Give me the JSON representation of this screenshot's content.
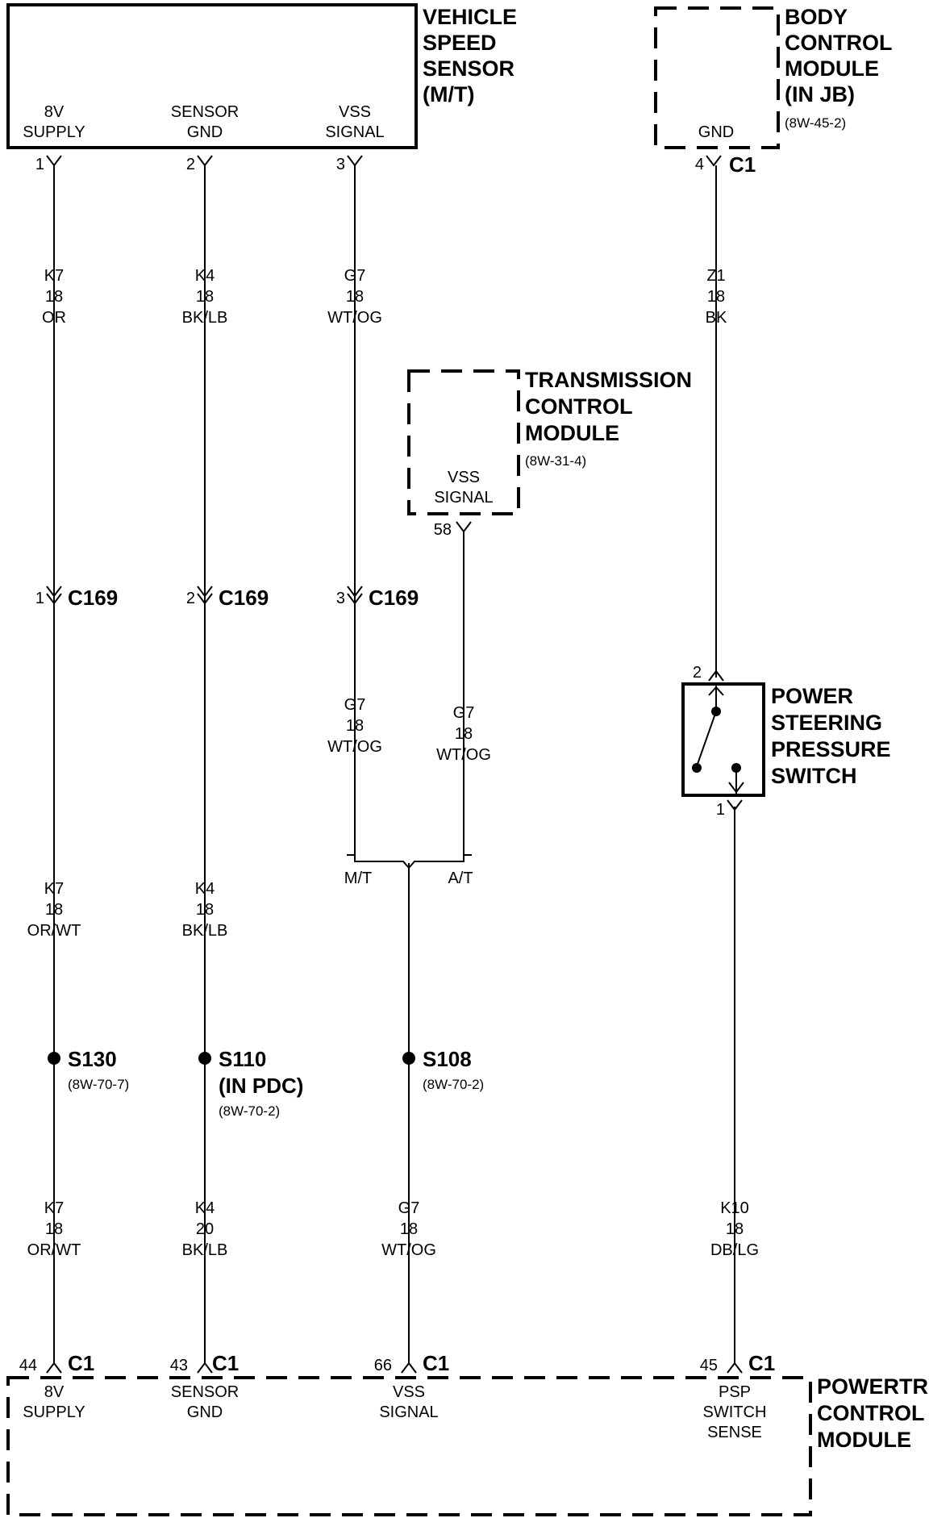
{
  "vss": {
    "title": [
      "VEHICLE",
      "SPEED",
      "SENSOR",
      "(M/T)"
    ],
    "pins": [
      {
        "line1": "8V",
        "line2": "SUPPLY",
        "num": "1"
      },
      {
        "line1": "SENSOR",
        "line2": "GND",
        "num": "2"
      },
      {
        "line1": "VSS",
        "line2": "SIGNAL",
        "num": "3"
      }
    ]
  },
  "bcm": {
    "title": [
      "BODY",
      "CONTROL",
      "MODULE",
      "(IN JB)"
    ],
    "ref": "(8W-45-2)",
    "pin_label": "GND",
    "pin_num": "4",
    "connector": "C1"
  },
  "tcm": {
    "title": [
      "TRANSMISSION",
      "CONTROL",
      "MODULE"
    ],
    "ref": "(8W-31-4)",
    "pin_line1": "VSS",
    "pin_line2": "SIGNAL",
    "pin_num": "58"
  },
  "psps": {
    "title": [
      "POWER",
      "STEERING",
      "PRESSURE",
      "SWITCH"
    ],
    "pin_top": "2",
    "pin_bottom": "1"
  },
  "pcm": {
    "title": [
      "POWERTRAIN",
      "CONTROL",
      "MODULE"
    ],
    "pins": [
      {
        "num": "44",
        "connector": "C1",
        "line1": "8V",
        "line2": "SUPPLY",
        "line3": ""
      },
      {
        "num": "43",
        "connector": "C1",
        "line1": "SENSOR",
        "line2": "GND",
        "line3": ""
      },
      {
        "num": "66",
        "connector": "C1",
        "line1": "VSS",
        "line2": "SIGNAL",
        "line3": ""
      },
      {
        "num": "45",
        "connector": "C1",
        "line1": "PSP",
        "line2": "SWITCH",
        "line3": "SENSE"
      }
    ]
  },
  "c169": {
    "name": "C169",
    "pins": [
      "1",
      "2",
      "3"
    ]
  },
  "wires": {
    "k7_upper": [
      "K7",
      "18",
      "OR"
    ],
    "k4_upper": [
      "K4",
      "18",
      "BK/LB"
    ],
    "g7_upper": [
      "G7",
      "18",
      "WT/OG"
    ],
    "z1": [
      "Z1",
      "18",
      "BK"
    ],
    "g7_mt": [
      "G7",
      "18",
      "WT/OG"
    ],
    "g7_at": [
      "G7",
      "18",
      "WT/OG"
    ],
    "k7_mid": [
      "K7",
      "18",
      "OR/WT"
    ],
    "k4_mid": [
      "K4",
      "18",
      "BK/LB"
    ],
    "k7_lower": [
      "K7",
      "18",
      "OR/WT"
    ],
    "k4_lower": [
      "K4",
      "20",
      "BK/LB"
    ],
    "g7_lower": [
      "G7",
      "18",
      "WT/OG"
    ],
    "k10": [
      "K10",
      "18",
      "DB/LG"
    ]
  },
  "splice_branch": {
    "mt": "M/T",
    "at": "A/T"
  },
  "splices": [
    {
      "name": "S130",
      "sub": "",
      "ref": "(8W-70-7)"
    },
    {
      "name": "S110",
      "sub": "(IN PDC)",
      "ref": "(8W-70-2)"
    },
    {
      "name": "S108",
      "sub": "",
      "ref": "(8W-70-2)"
    }
  ]
}
